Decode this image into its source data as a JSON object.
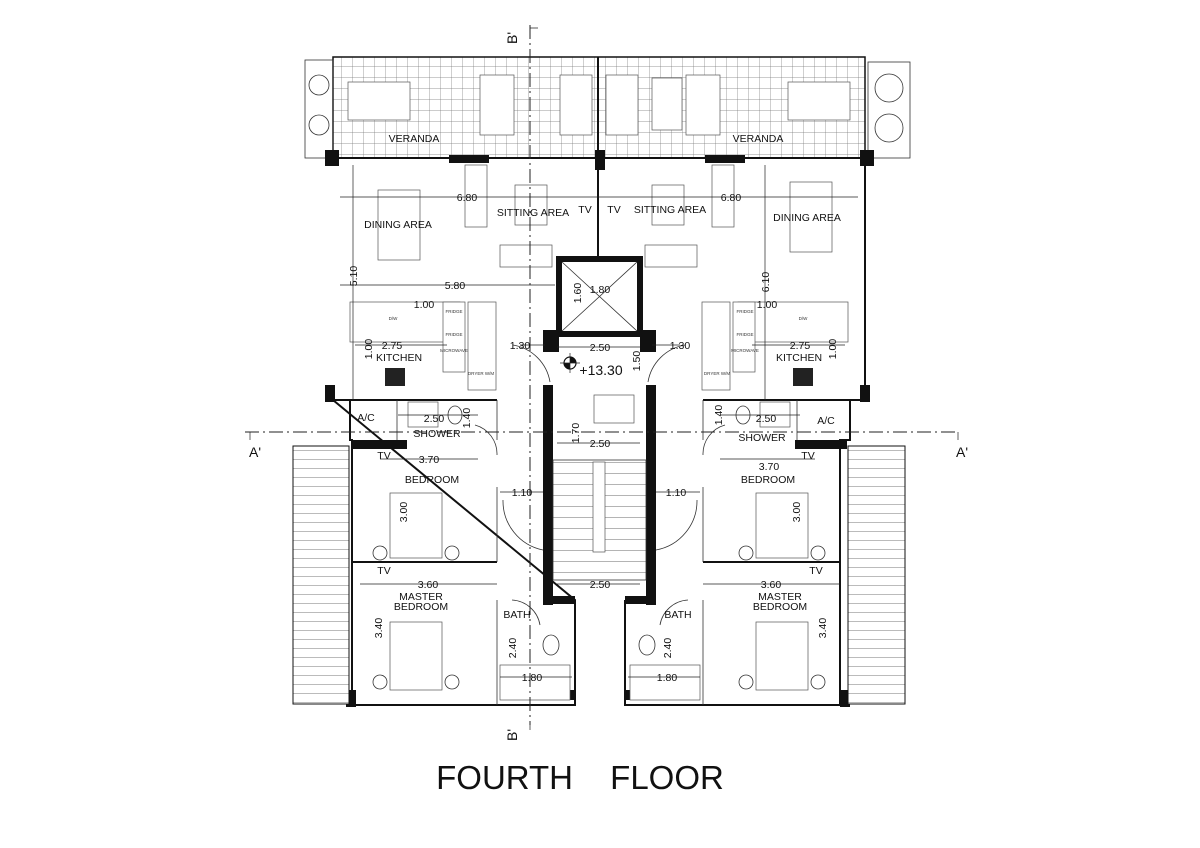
{
  "title": "FOURTH FLOOR",
  "section_marks": {
    "a_left": "A'",
    "a_right": "A'",
    "b_top": "B'",
    "b_bottom": "B'"
  },
  "elevation": "+13.30",
  "rooms": {
    "veranda_left": "VERANDA",
    "veranda_right": "VERANDA",
    "dining_left": "DINING  AREA",
    "dining_right": "DINING  AREA",
    "sitting_left": "SITTING AREA",
    "sitting_right": "SITTING AREA",
    "tv_sit_left": "TV",
    "tv_sit_right": "TV",
    "kitchen_left": "KITCHEN",
    "kitchen_right": "KITCHEN",
    "ac_left": "A/C",
    "ac_right": "A/C",
    "shower_left": "SHOWER",
    "shower_right": "SHOWER",
    "bedroom_left": "BEDROOM",
    "bedroom_right": "BEDROOM",
    "tv_bed_left": "TV",
    "tv_bed_right": "TV",
    "master_left_1": "MASTER",
    "master_left_2": "BEDROOM",
    "master_right_1": "MASTER",
    "master_right_2": "BEDROOM",
    "tv_master_left": "TV",
    "tv_master_right": "TV",
    "bath_left": "BATH",
    "bath_right": "BATH"
  },
  "appliances": {
    "fridge": "FRIDGE",
    "microwave": "MICROWAVE",
    "dryer": "DRYER W/M",
    "dw": "D/W"
  },
  "dimensions": {
    "living_width_left": "6.80",
    "living_width_right": "6.80",
    "living_depth_left": "5.10",
    "living_depth_right": "6.10",
    "dining_width_left": "5.80",
    "lift_depth": "1.60",
    "lift_width": "1.80",
    "counter_left": "1.00",
    "counter_right": "1.00",
    "kitchen_width_left": "2.75",
    "kitchen_width_right": "2.75",
    "kitchen_depth_left": "1.00",
    "kitchen_depth_right": "1.00",
    "hall_left": "1.30",
    "hall_right": "1.30",
    "lobby_width": "2.50",
    "lobby_depth": "1.50",
    "shower_width_left": "2.50",
    "shower_width_right": "2.50",
    "shower_depth_left": "1.40",
    "shower_depth_right": "1.40",
    "landing_depth": "1.70",
    "landing_width": "2.50",
    "bedroom_width_left": "3.70",
    "bedroom_width_right": "3.70",
    "corridor_left": "1.10",
    "corridor_right": "1.10",
    "bedroom_depth_left": "3.00",
    "bedroom_depth_right": "3.00",
    "master_width_left": "3.60",
    "master_width_right": "3.60",
    "stair_width": "2.50",
    "master_depth_left": "3.40",
    "master_depth_right": "3.40",
    "bath_depth_left": "2.40",
    "bath_depth_right": "2.40",
    "bath_width_left": "1.80",
    "bath_width_right": "1.80"
  }
}
